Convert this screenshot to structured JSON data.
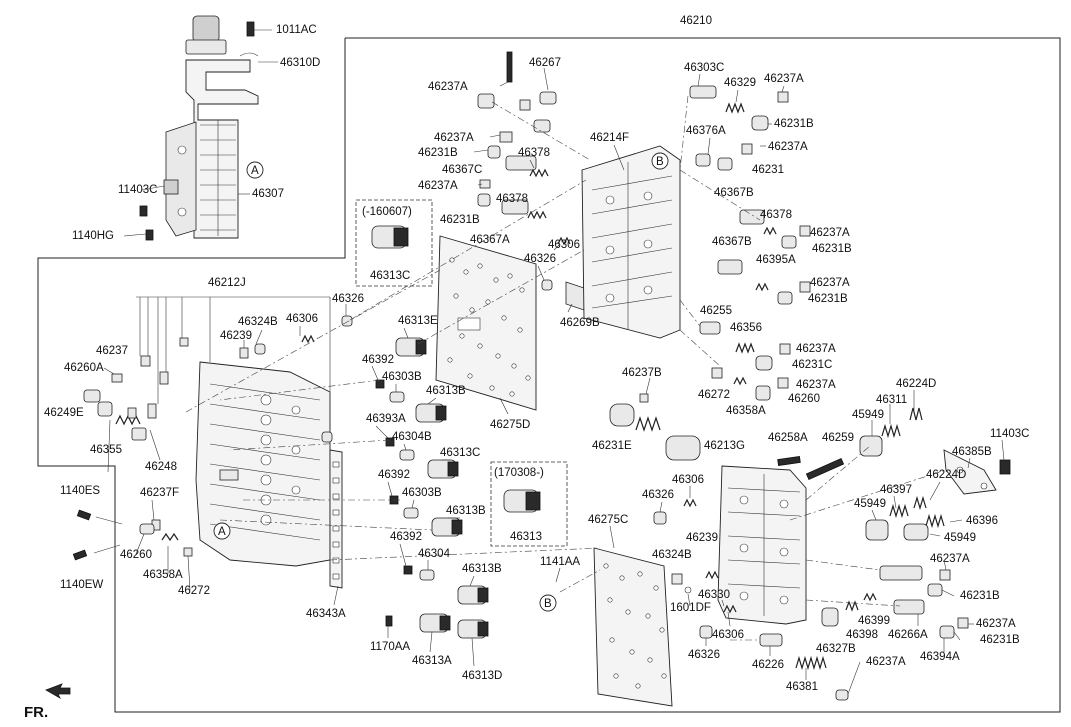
{
  "labels": {
    "46210": "46210",
    "1011AC": "1011AC",
    "46310D": "46310D",
    "46307": "46307",
    "11403C_l": "11403C",
    "1140HG": "1140HG",
    "46212J": "46212J",
    "46237_l": "46237",
    "46260A": "46260A",
    "46249E": "46249E",
    "46355": "46355",
    "46248": "46248",
    "46237F": "46237F",
    "46260_l": "46260",
    "46358A_l": "46358A",
    "46272_l": "46272",
    "1140ES": "1140ES",
    "1140EW": "1140EW",
    "46324B_l": "46324B",
    "46239_l": "46239",
    "46306_l": "46306",
    "46326_l": "46326",
    "46343A": "46343A",
    "1170AA": "1170AA",
    "46313E": "46313E",
    "46392_1": "46392",
    "46303B_1": "46303B",
    "46313B_1": "46313B",
    "46393A": "46393A",
    "46304B": "46304B",
    "46313C_m": "46313C",
    "46392_2": "46392",
    "46303B_2": "46303B",
    "46313B_2": "46313B",
    "46392_3": "46392",
    "46304": "46304",
    "46313B_3": "46313B",
    "46313A": "46313A",
    "46313D": "46313D",
    "box1_title": "(-160607)",
    "46313C_box": "46313C",
    "box2_title": "(170308-)",
    "46313_box": "46313",
    "46275D": "46275D",
    "46237A_1": "46237A",
    "46267": "46267",
    "46237A_2": "46237A",
    "46231B_1": "46231B",
    "46367C": "46367C",
    "46378_1": "46378",
    "46237A_3": "46237A",
    "46378_2": "46378",
    "46231B_2": "46231B",
    "46367A": "46367A",
    "46306_m": "46306",
    "46326_m": "46326",
    "46269B": "46269B",
    "46214F": "46214F",
    "46303C": "46303C",
    "46329": "46329",
    "46237A_4": "46237A",
    "46231B_3": "46231B",
    "46376A": "46376A",
    "46237A_5": "46237A",
    "46231": "46231",
    "46367B_1": "46367B",
    "46378_3": "46378",
    "46237A_6": "46237A",
    "46231B_4": "46231B",
    "46367B_2": "46367B",
    "46395A": "46395A",
    "46237A_7": "46237A",
    "46231B_5": "46231B",
    "46255": "46255",
    "46356": "46356",
    "46237A_8": "46237A",
    "46231C": "46231C",
    "46272_r": "46272",
    "46237A_9": "46237A",
    "46358A_r": "46358A",
    "46260_r": "46260",
    "46237B": "46237B",
    "46231E": "46231E",
    "46213G": "46213G",
    "46258A": "46258A",
    "46259": "46259",
    "46306_r1": "46306",
    "46326_r1": "46326",
    "46275C": "46275C",
    "46324B_r": "46324B",
    "46239_r": "46239",
    "1141AA": "1141AA",
    "46330": "46330",
    "1601DF": "1601DF",
    "46306_r2": "46306",
    "46326_r2": "46326",
    "46226": "46226",
    "46381": "46381",
    "46327B": "46327B",
    "46398": "46398",
    "46399": "46399",
    "46266A": "46266A",
    "46394A": "46394A",
    "46237A_10": "46237A",
    "46231B_6": "46231B",
    "46237A_11": "46237A",
    "46231B_7": "46231B",
    "46237A_12": "46237A",
    "45949_1": "45949",
    "46311": "46311",
    "46224D_1": "46224D",
    "11403C_r": "11403C",
    "46385B": "46385B",
    "46224D_2": "46224D",
    "46397": "46397",
    "45949_2": "45949",
    "46396": "46396",
    "45949_3": "45949",
    "callout_A": "A",
    "callout_B": "B",
    "fr": "FR."
  }
}
